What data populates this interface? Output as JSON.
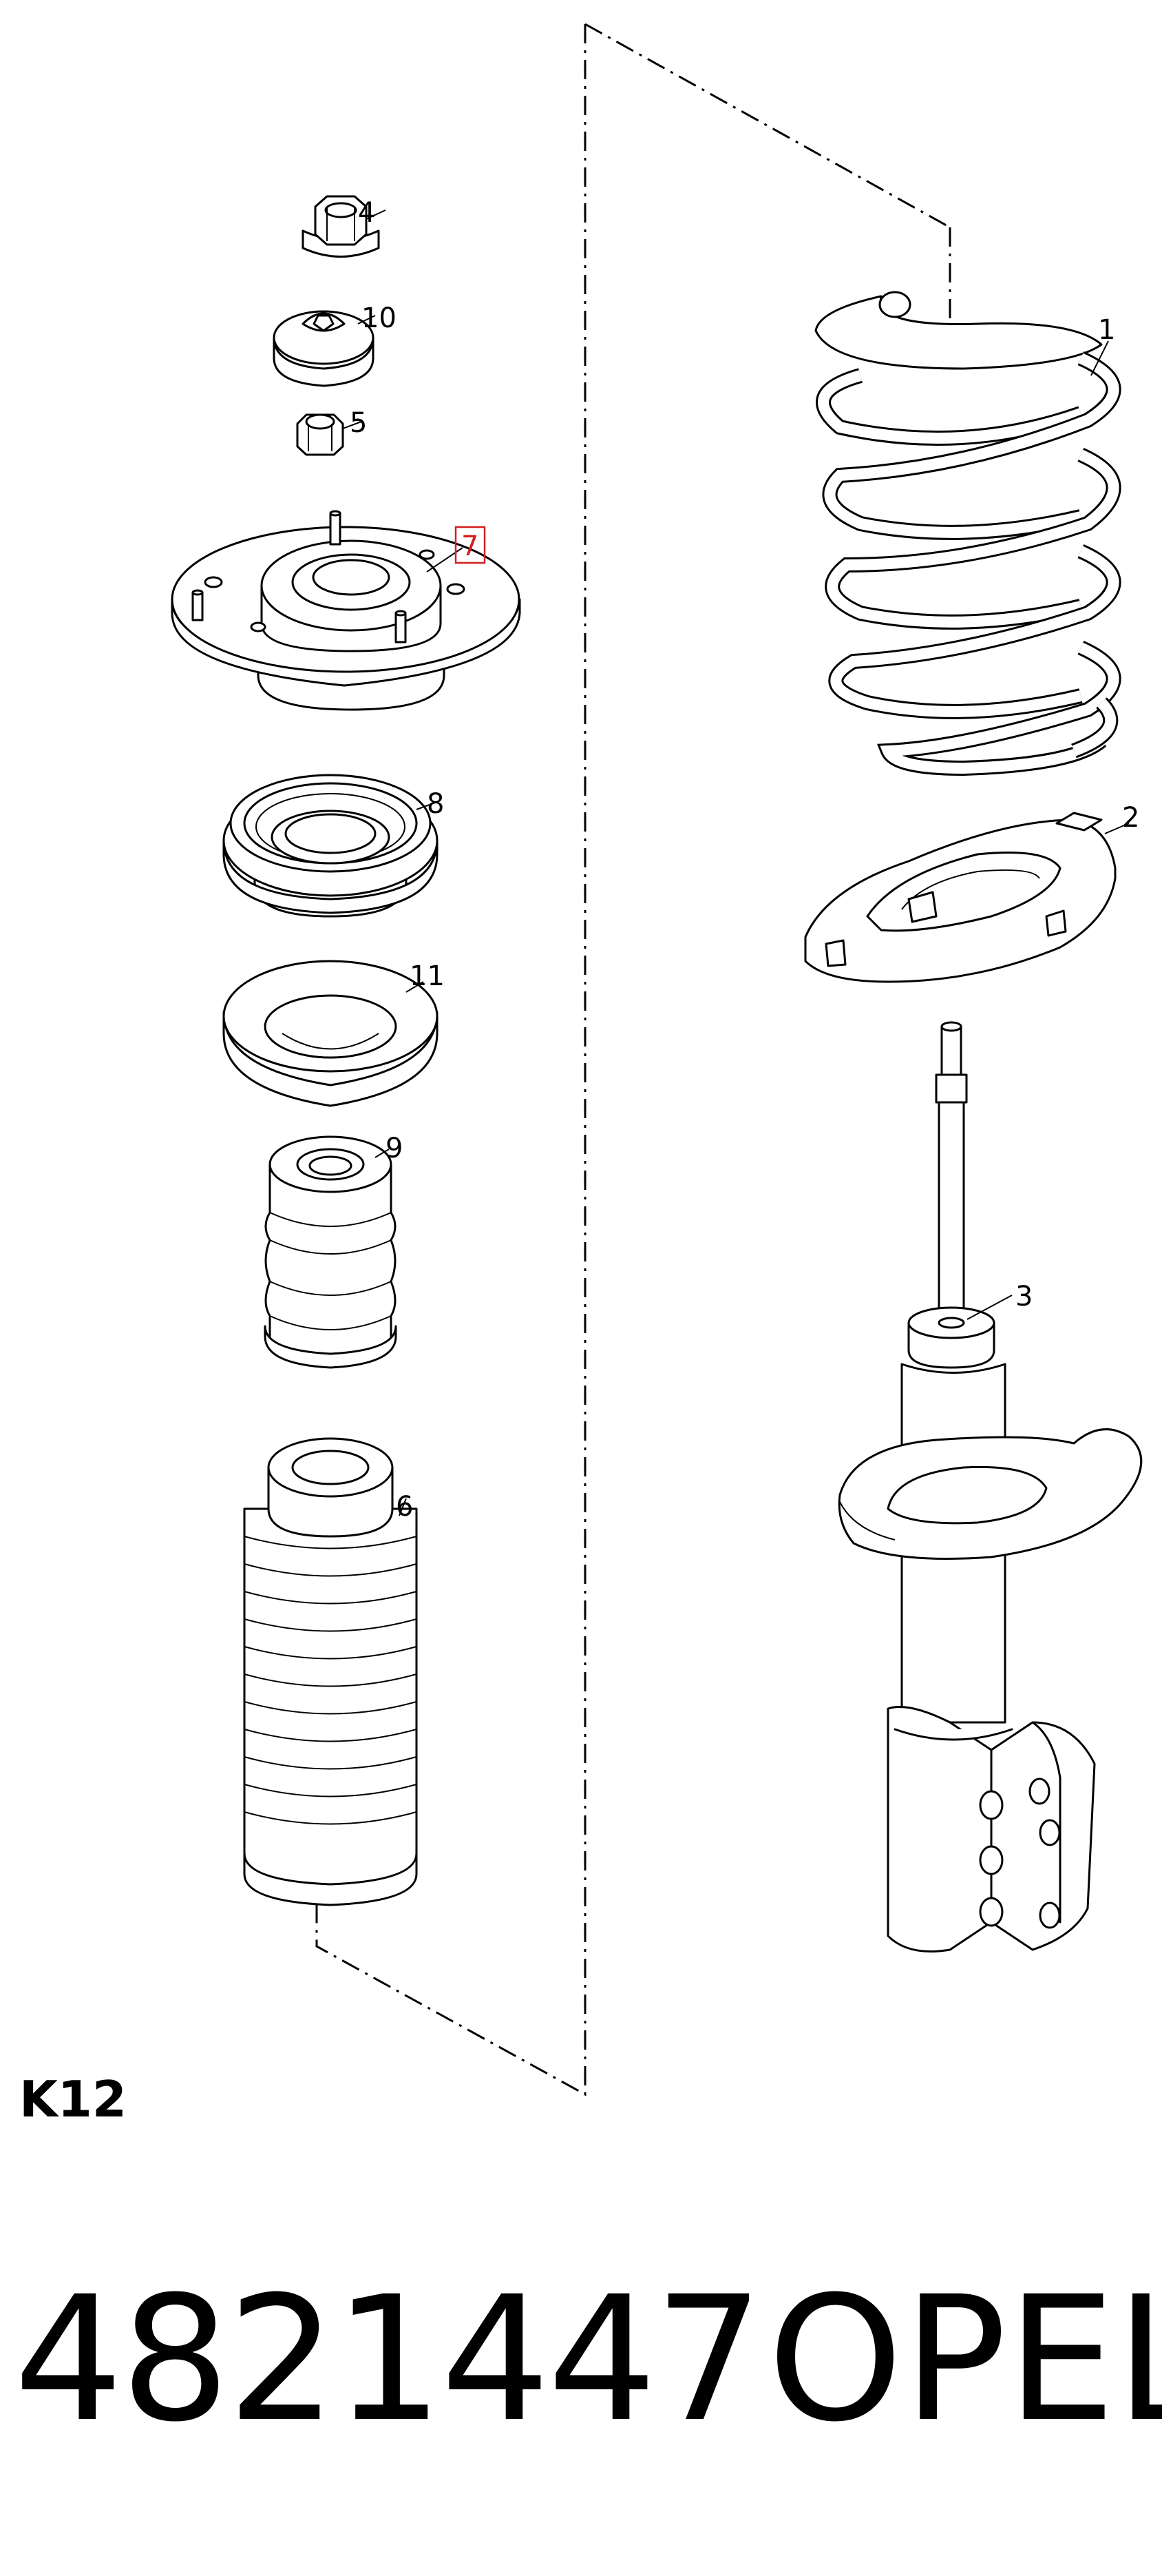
{
  "diagram": {
    "code": "K12",
    "highlight_color": "#d21f1f",
    "callouts": {
      "p1": "1",
      "p2": "2",
      "p3": "3",
      "p4": "4",
      "p5": "5",
      "p6": "6",
      "p7": "7",
      "p8": "8",
      "p9": "9",
      "p10": "10",
      "p11": "11"
    },
    "highlighted_callout": "7"
  },
  "footer": {
    "part_number": "4821447",
    "brand": "OPEL"
  }
}
